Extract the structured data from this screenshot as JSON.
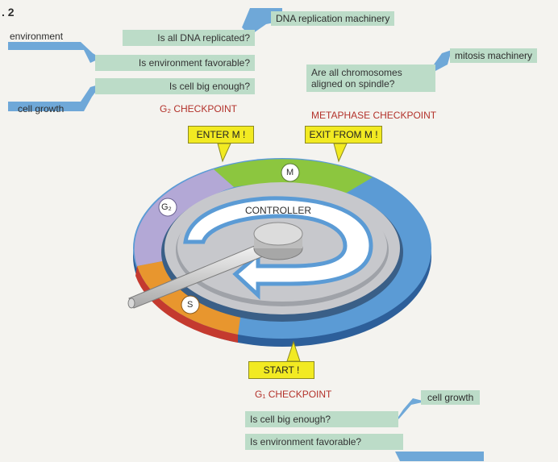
{
  "figure_number": ". 2",
  "top": {
    "dna_machinery": "DNA replication machinery",
    "q_dna": "Is all DNA replicated?",
    "environment": "environment",
    "q_env": "Is environment favorable?",
    "q_big": "Is cell big enough?",
    "cell_growth": "cell growth",
    "g2_checkpoint": "G₂ CHECKPOINT",
    "mitosis_machinery": "mitosis machinery",
    "q_chrom_line1": "Are all chromosomes",
    "q_chrom_line2": "aligned on spindle?",
    "metaphase_checkpoint": "METAPHASE CHECKPOINT",
    "enter_m": "ENTER M !",
    "exit_m": "EXIT FROM M !"
  },
  "cycle": {
    "controller": "CONTROLLER",
    "phase_m": "M",
    "phase_g2": "G₂",
    "phase_s": "S"
  },
  "bottom": {
    "start": "START !",
    "g1_checkpoint": "G₁ CHECKPOINT",
    "cell_growth": "cell growth",
    "q_big": "Is cell big enough?",
    "q_env": "Is environment favorable?"
  },
  "colors": {
    "phase_g1": "#5b9bd5",
    "phase_s": "#e8962e",
    "phase_g2": "#b3a8d6",
    "phase_m": "#8cc63f",
    "label_box": "#bcdcc8",
    "checkpoint_box": "#f2ea22",
    "checkpoint_text": "#b3322b",
    "arrow": "#6fa8d8"
  }
}
